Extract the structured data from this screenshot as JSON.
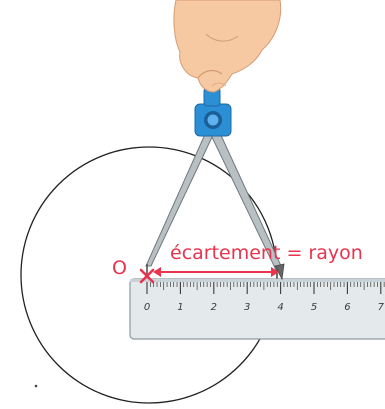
{
  "labels": {
    "center": "O",
    "spread": "écartement = rayon"
  },
  "ruler": {
    "numbers": [
      "0",
      "1",
      "2",
      "3",
      "4",
      "5",
      "6",
      "7"
    ]
  },
  "colors": {
    "accent": "#e8344e",
    "circle": "#222222",
    "ruler_fill": "#e4eaec",
    "ruler_edge": "#8d9a9f",
    "ruler_ink": "#3a3a3a",
    "compass_blue": "#2b8fd6",
    "compass_metal": "#b9c0c4",
    "hand_skin": "#f6c9a2"
  },
  "icons": {
    "center_mark": "cross-mark-icon",
    "spread_arrow": "double-arrow-icon",
    "compass": "compass-icon",
    "hand": "hand-icon"
  }
}
